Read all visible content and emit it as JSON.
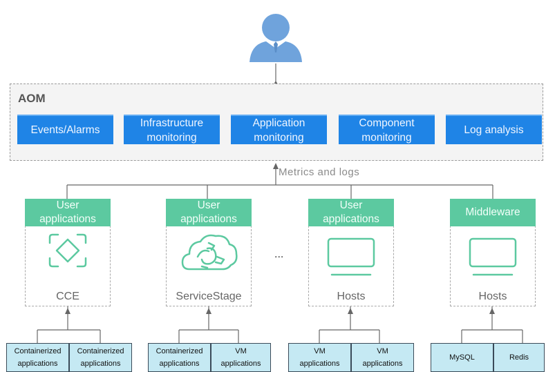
{
  "aom": {
    "title": "AOM",
    "features": [
      {
        "label": "Events/Alarms"
      },
      {
        "label": "Infrastructure\nmonitoring"
      },
      {
        "label": "Application\nmonitoring"
      },
      {
        "label": "Component\nmonitoring"
      },
      {
        "label": "Log analysis"
      }
    ]
  },
  "flow_label": "Metrics and logs",
  "ellipsis": "...",
  "sources": [
    {
      "header": "User\napplications",
      "label": "CCE",
      "icon": "cce-icon",
      "leaves": [
        "Containerized\napplications",
        "Containerized\napplications"
      ]
    },
    {
      "header": "User\napplications",
      "label": "ServiceStage",
      "icon": "servicestage-icon",
      "leaves": [
        "Containerized\napplications",
        "VM\napplications"
      ]
    },
    {
      "header": "User\napplications",
      "label": "Hosts",
      "icon": "monitor-icon",
      "leaves": [
        "VM\napplications",
        "VM\napplications"
      ]
    },
    {
      "header": "Middleware",
      "label": "Hosts",
      "icon": "monitor-icon",
      "leaves": [
        "MySQL",
        "Redis"
      ]
    }
  ],
  "colors": {
    "user_icon": "#6fa3dc",
    "feature_blue": "#1f84e6",
    "source_green": "#5cc9a0",
    "leaf_fill": "#c5e9f3",
    "connector": "#666666"
  }
}
